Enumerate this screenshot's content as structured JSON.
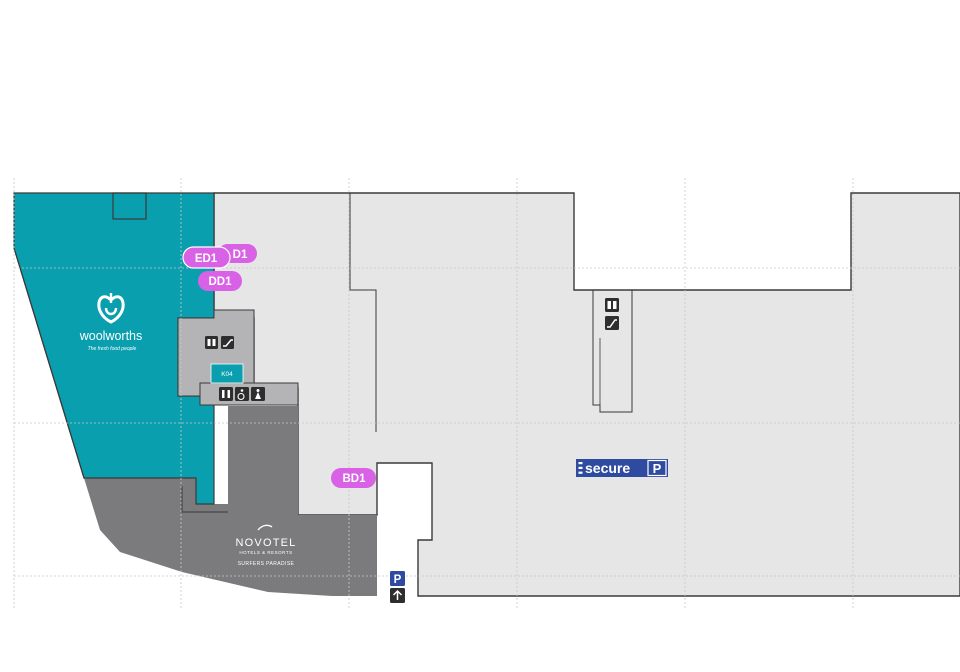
{
  "map": {
    "colors": {
      "background": "#ffffff",
      "floor": "#e6e6e7",
      "wall": "#3a3a3a",
      "anchor_teal": "#0a9fae",
      "hotel_grey": "#7b7b7d",
      "core_grey": "#b4b4b6",
      "label_pill": "#d861e6",
      "secure_blue": "#2f4ba0",
      "parking_blue": "#2f4ba0",
      "grid_line": "#c8c8c8"
    },
    "tenants": {
      "woolworths": {
        "name": "woolworths",
        "tagline": "The fresh food people",
        "icon": "woolworths-logo-icon"
      },
      "novotel": {
        "name": "NOVOTEL",
        "subtitle": "HOTELS & RESORTS",
        "location": "SURFERS PARADISE"
      },
      "secure_parking": {
        "word": "secure",
        "letter": "P"
      }
    },
    "store_code": "K04",
    "labels": {
      "ed1": "ED1",
      "dd1_partial": "D1",
      "dd1": "DD1",
      "bd1": "BD1"
    },
    "parking": {
      "letter": "P",
      "icon": "arrow-up-icon"
    },
    "facilities": {
      "lift_icon": "lift-icon",
      "escalator_icon": "escalator-icon",
      "toilet_icon": "toilets-icon",
      "accessible_icon": "accessible-icon",
      "parents_icon": "parents-room-icon"
    }
  }
}
